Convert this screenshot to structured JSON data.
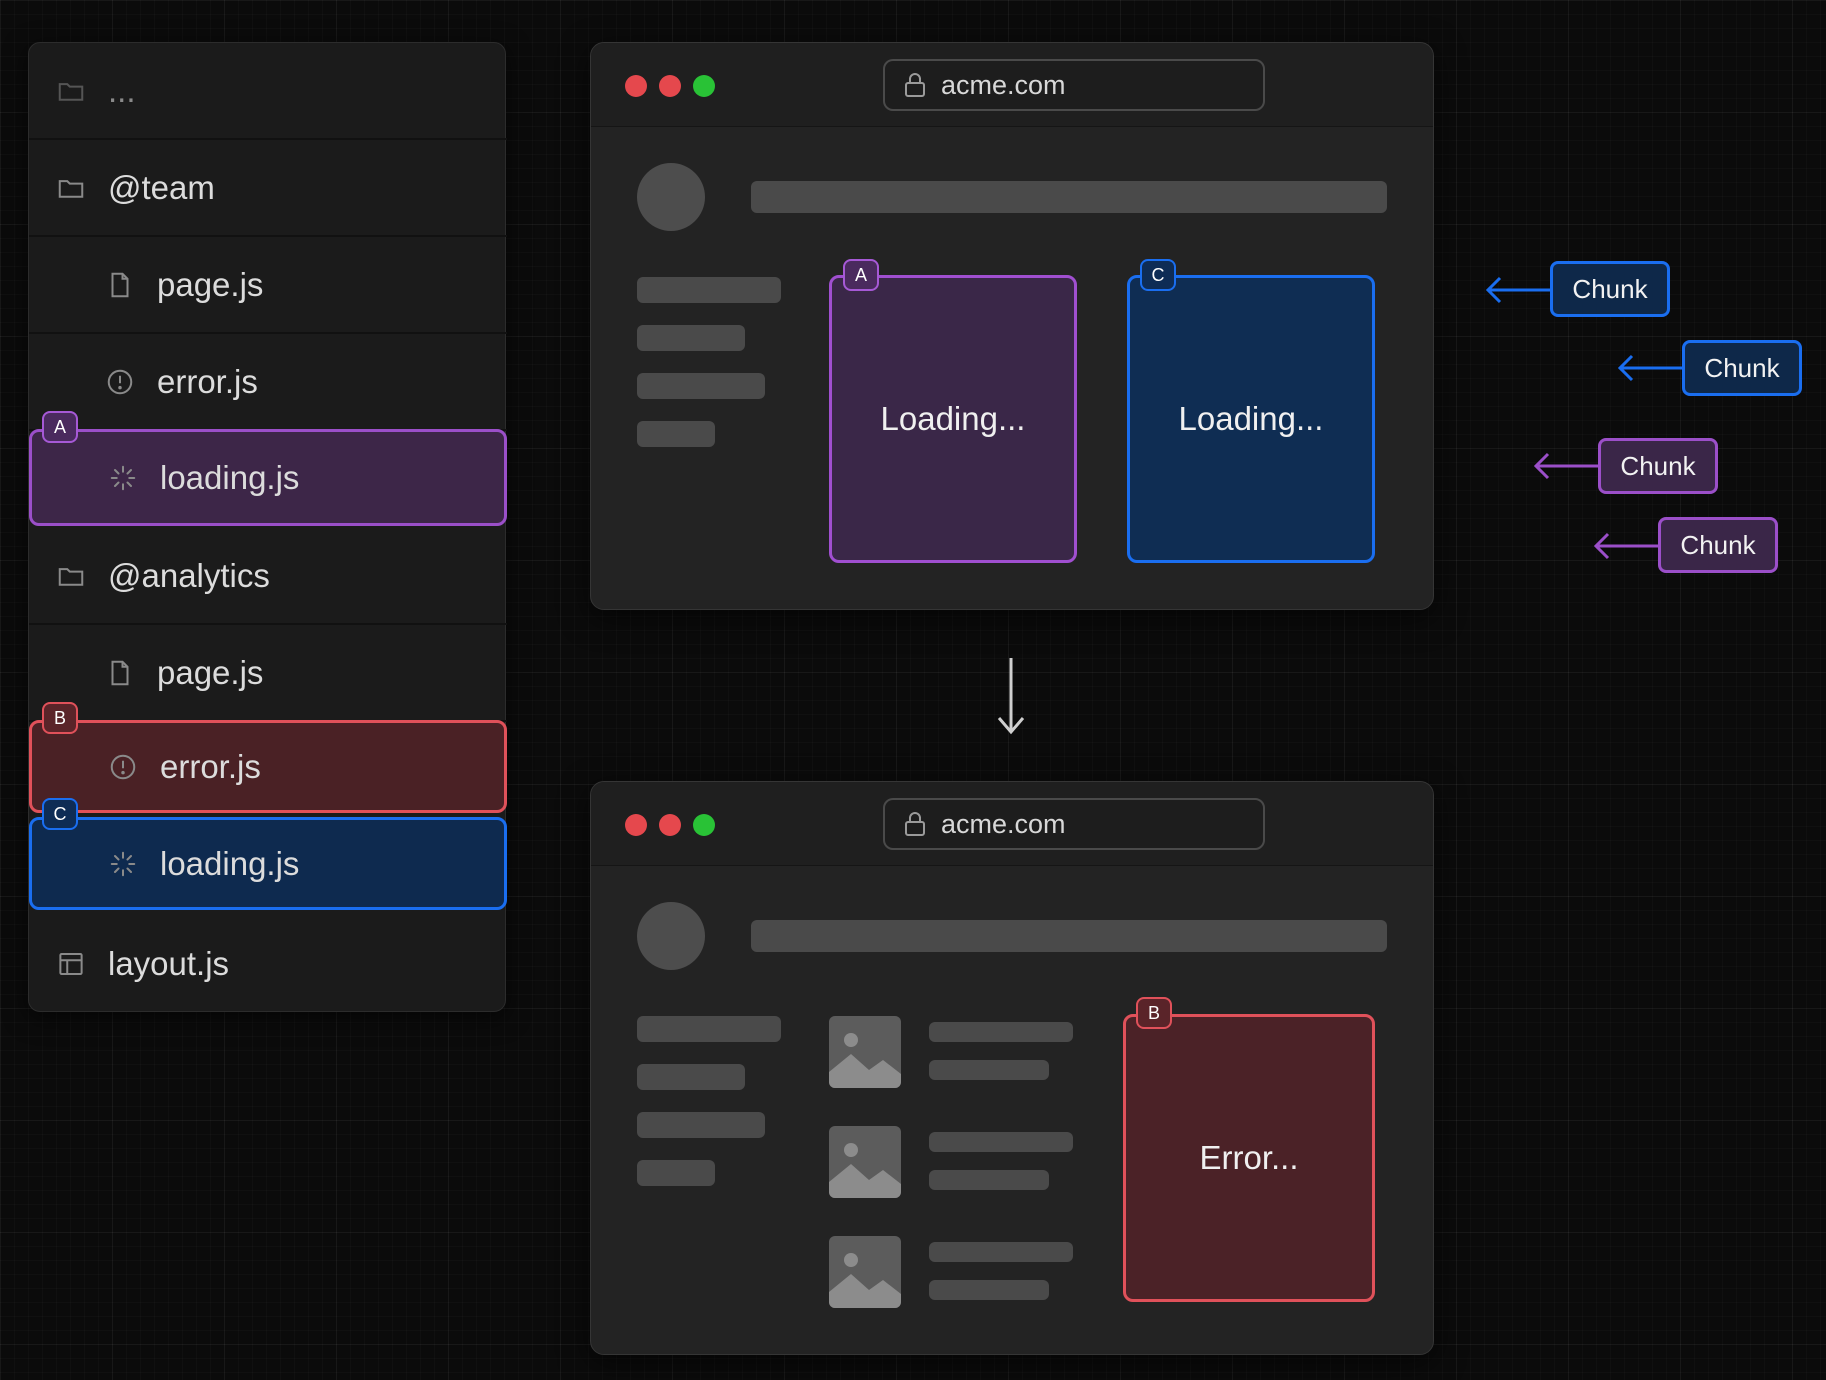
{
  "tree": {
    "items": [
      {
        "label": "...",
        "icon": "folder-icon"
      },
      {
        "label": "@team",
        "icon": "folder-icon"
      },
      {
        "label": "page.js",
        "icon": "file-icon"
      },
      {
        "label": "error.js",
        "icon": "error-circle-icon"
      },
      {
        "label": "loading.js",
        "icon": "spinner-icon",
        "badge": "A"
      },
      {
        "label": "@analytics",
        "icon": "folder-icon"
      },
      {
        "label": "page.js",
        "icon": "file-icon"
      },
      {
        "label": "error.js",
        "icon": "error-circle-icon",
        "badge": "B"
      },
      {
        "label": "loading.js",
        "icon": "spinner-icon",
        "badge": "C"
      },
      {
        "label": "layout.js",
        "icon": "layout-icon"
      }
    ]
  },
  "browser_top": {
    "url": "acme.com",
    "slot_a": {
      "badge": "A",
      "text": "Loading..."
    },
    "slot_c": {
      "badge": "C",
      "text": "Loading..."
    }
  },
  "browser_bottom": {
    "url": "acme.com",
    "slot_b": {
      "badge": "B",
      "text": "Error..."
    }
  },
  "chunks": [
    {
      "label": "Chunk",
      "color": "blue"
    },
    {
      "label": "Chunk",
      "color": "blue"
    },
    {
      "label": "Chunk",
      "color": "purple"
    },
    {
      "label": "Chunk",
      "color": "purple"
    }
  ],
  "colors": {
    "purple": "#9b4fc9",
    "red": "#e0515a",
    "blue": "#1a6ef0",
    "traffic_red": "#e5484d",
    "traffic_yellow": "#e5484d",
    "traffic_green": "#29c236"
  }
}
